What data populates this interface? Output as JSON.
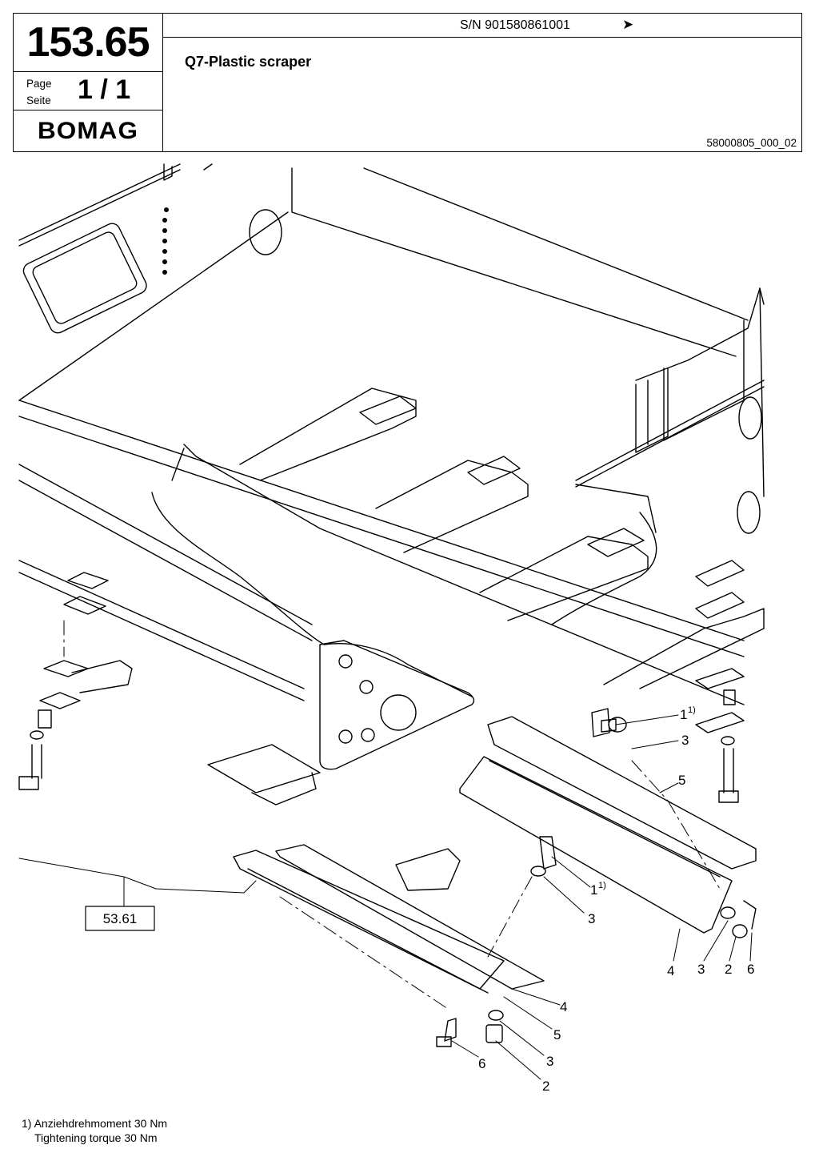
{
  "header": {
    "page_number": "153.65",
    "page_label_en": "Page",
    "page_label_de": "Seite",
    "page_fraction": "1 / 1",
    "logo": "BOMAG",
    "serial": "S/N 901580861001",
    "arrow": "➤",
    "title": "Q7-Plastic scraper",
    "doc_id": "58000805_000_02"
  },
  "callouts": {
    "ref_box": "53.61",
    "c1a": "1",
    "c1a_sup": "1)",
    "c3a": "3",
    "c5a": "5",
    "c1b": "1",
    "c1b_sup": "1)",
    "c3b": "3",
    "c4a": "4",
    "c3c": "3",
    "c2a": "2",
    "c6a": "6",
    "c4b": "4",
    "c5b": "5",
    "c3d": "3",
    "c6b": "6",
    "c2b": "2"
  },
  "footnote": {
    "line1": "1) Anziehdrehmoment 30 Nm",
    "line2": "Tightening torque 30 Nm"
  }
}
